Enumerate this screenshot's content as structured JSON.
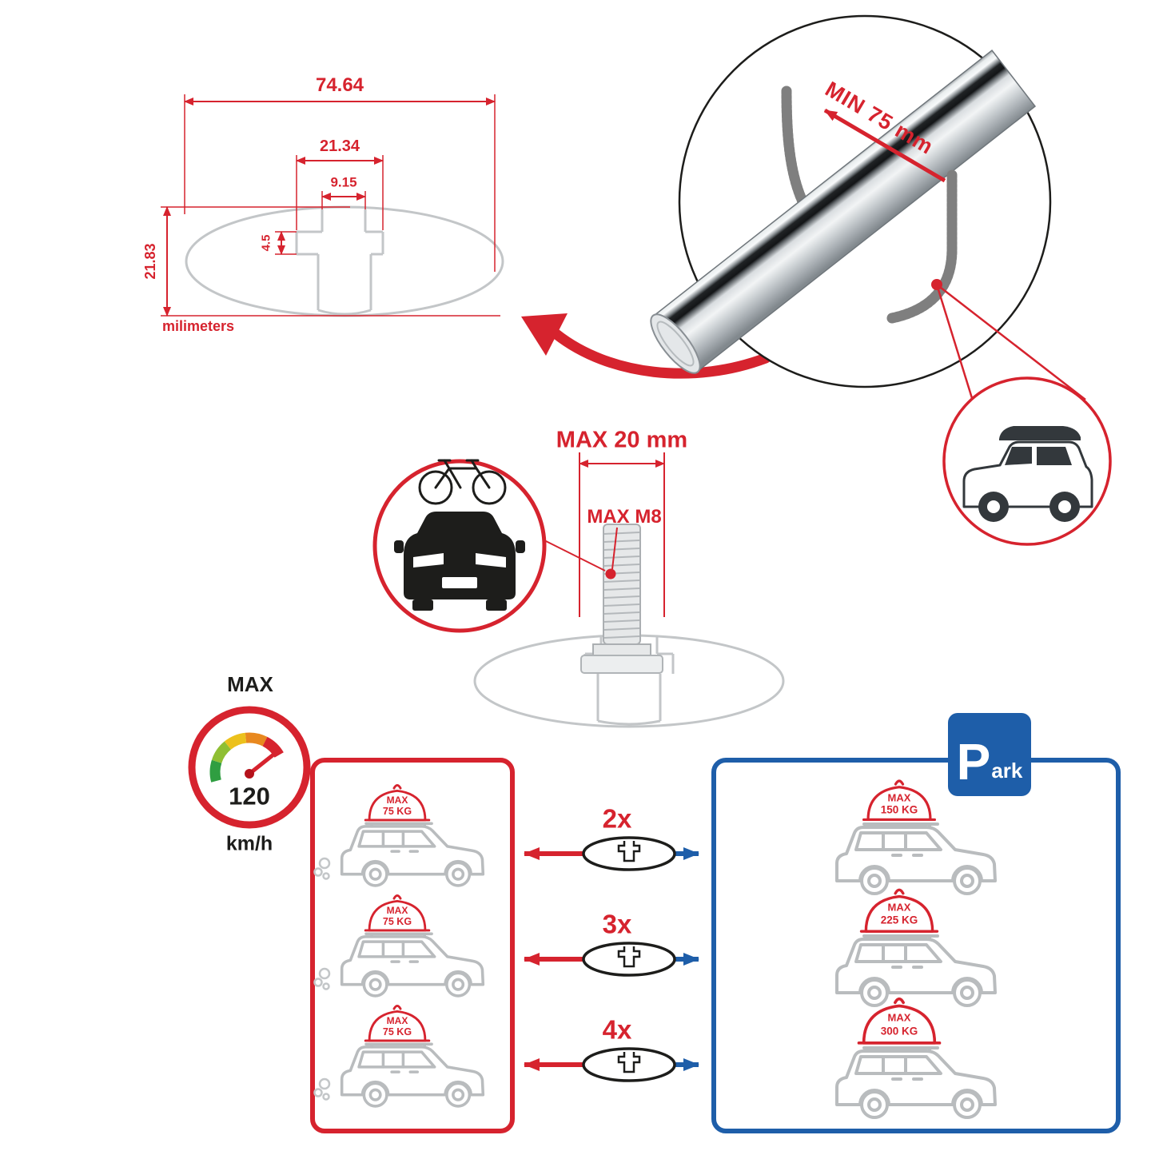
{
  "colors": {
    "accent_red": "#d6232e",
    "accent_blue": "#1e5ea9",
    "line_gray": "#c3c6c8",
    "ink_dark": "#1d1d1b"
  },
  "cross_section_diagram": {
    "total_width_mm": "74.64",
    "channel_width_mm": "21.34",
    "slot_width_mm": "9.15",
    "slot_depth_mm": "4.5",
    "total_height_mm": "21.83",
    "units_label": "milimeters"
  },
  "bar_callout": {
    "min_clamp": "MIN 75 mm"
  },
  "bolt_callout": {
    "max_depth": "MAX 20 mm",
    "max_thread": "MAX M8"
  },
  "speed_limit": {
    "label": "MAX",
    "value": "120",
    "unit": "km/h"
  },
  "crossbar_options": [
    {
      "count": "2x"
    },
    {
      "count": "3x"
    },
    {
      "count": "4x"
    }
  ],
  "driving_panel": {
    "cars": [
      {
        "load_label": "MAX",
        "load_value": "75 KG"
      },
      {
        "load_label": "MAX",
        "load_value": "75 KG"
      },
      {
        "load_label": "MAX",
        "load_value": "75 KG"
      }
    ]
  },
  "parking_panel": {
    "sign_letter": "P",
    "sign_suffix": "ark",
    "cars": [
      {
        "load_label": "MAX",
        "load_value": "150 KG"
      },
      {
        "load_label": "MAX",
        "load_value": "225 KG"
      },
      {
        "load_label": "MAX",
        "load_value": "300 KG"
      }
    ]
  }
}
